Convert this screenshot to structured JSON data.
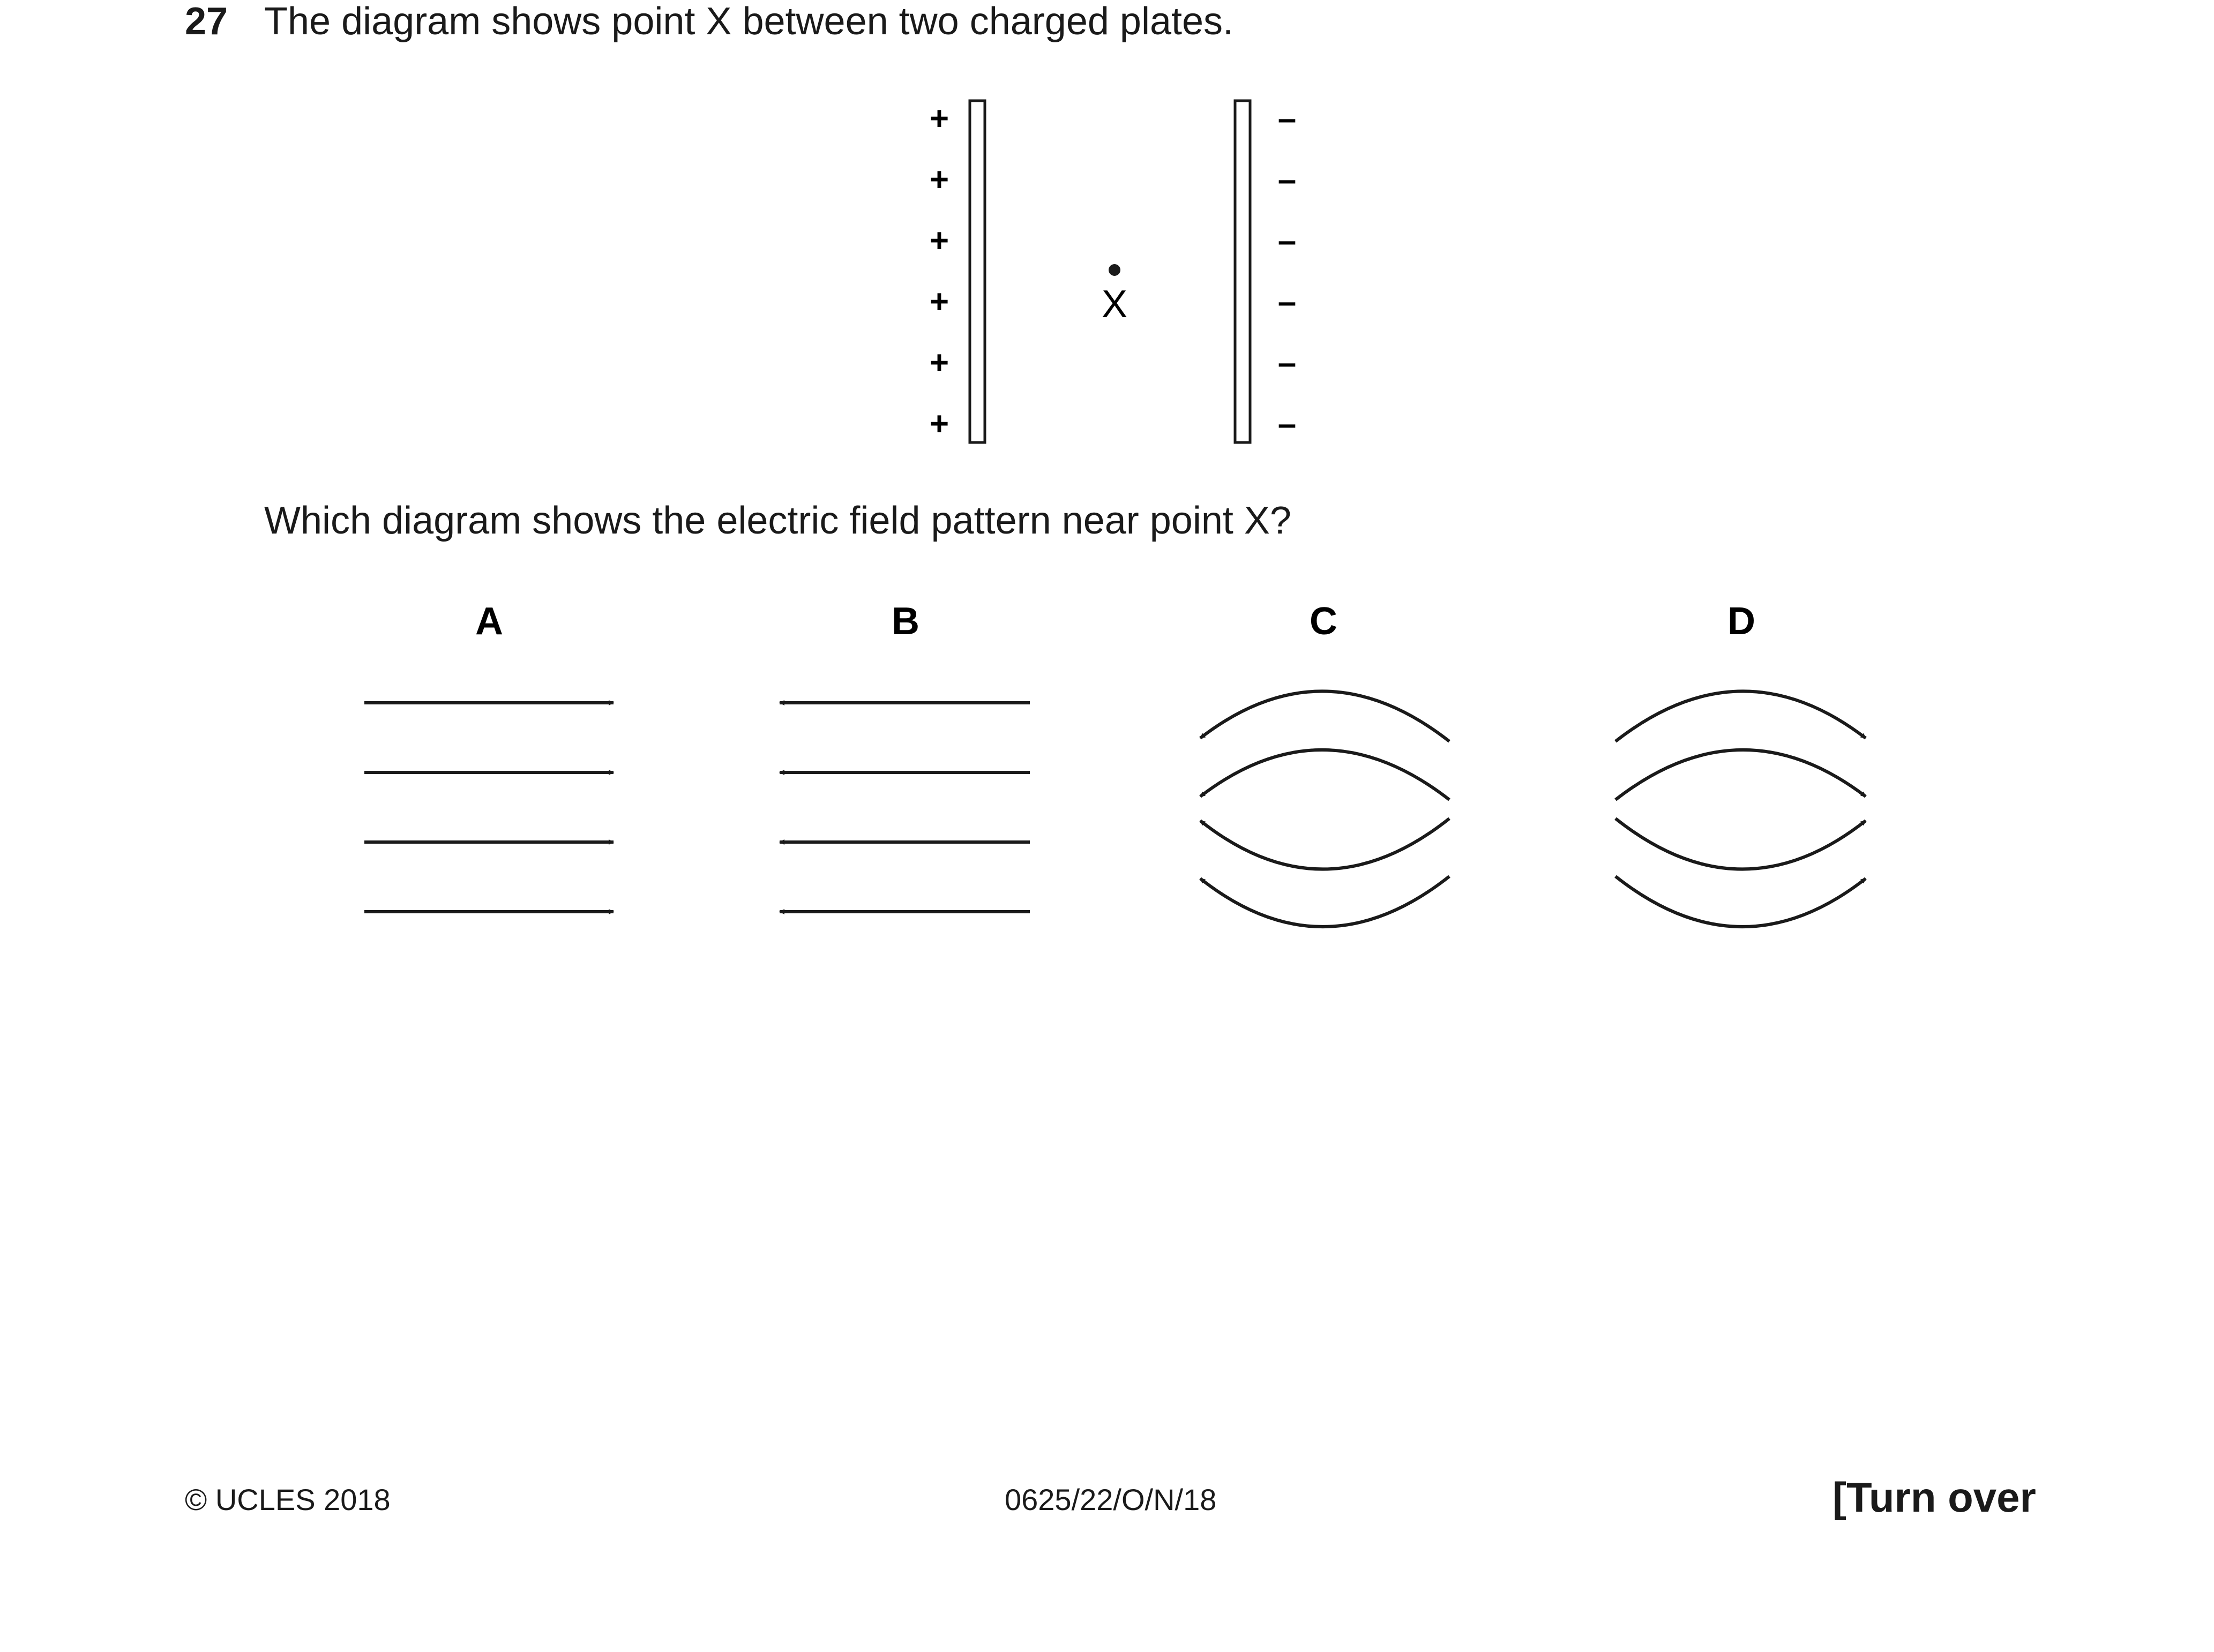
{
  "question": {
    "number": "27",
    "stem": "The diagram shows point X between two charged plates.",
    "prompt": "Which diagram shows the electric field pattern near point X?"
  },
  "plates_diagram": {
    "left_plate_sign": "+",
    "right_plate_sign": "–",
    "charges_per_plate": 6,
    "point_label": "X"
  },
  "options": [
    {
      "label": "A",
      "pattern": "straight-lines-arrows-right",
      "line_count": 4
    },
    {
      "label": "B",
      "pattern": "straight-lines-arrows-left",
      "line_count": 4
    },
    {
      "label": "C",
      "pattern": "curved-lines-arrows-left",
      "line_count": 4
    },
    {
      "label": "D",
      "pattern": "curved-lines-arrows-right",
      "line_count": 4
    }
  ],
  "footer": {
    "copyright": "© UCLES 2018",
    "code": "0625/22/O/N/18",
    "turn_over": "[Turn over"
  },
  "colors": {
    "ink": "#1a1a1a",
    "background": "#ffffff"
  }
}
